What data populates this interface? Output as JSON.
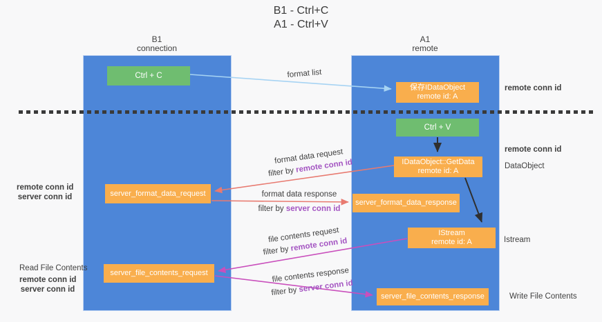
{
  "title": {
    "line1": "B1 - Ctrl+C",
    "line2": "A1 - Ctrl+V"
  },
  "lifelines": {
    "b1": {
      "name": "B1",
      "role": "connection"
    },
    "a1": {
      "name": "A1",
      "role": "remote"
    }
  },
  "nodes": {
    "ctrl_c": {
      "label": "Ctrl + C"
    },
    "stored_idataobject": {
      "line1": "保存IDataObject",
      "line2": "remote id: A"
    },
    "ctrl_v": {
      "label": "Ctrl + V"
    },
    "idataobject_getdata": {
      "line1": "IDataObject::GetData",
      "line2": "remote id: A"
    },
    "server_format_data_request": {
      "label": "server_format_data_request"
    },
    "server_format_data_response": {
      "label": "server_format_data_response"
    },
    "istream": {
      "line1": "IStream",
      "line2": "remote id: A"
    },
    "server_file_contents_request": {
      "label": "server_file_contents_request"
    },
    "server_file_contents_response": {
      "label": "server_file_contents_response"
    }
  },
  "flows": {
    "format_list": {
      "title": "format list"
    },
    "format_data_request": {
      "title": "format data request",
      "filter_prefix": "filter by ",
      "filter_key": "remote conn id"
    },
    "format_data_response": {
      "title": "format data response",
      "filter_prefix": "filter by ",
      "filter_key": "server conn id"
    },
    "file_contents_request": {
      "title": "file contents request",
      "filter_prefix": "filter by ",
      "filter_key": "remote conn id"
    },
    "file_contents_response": {
      "title": "file contents response",
      "filter_prefix": "filter by ",
      "filter_key": "server conn id"
    }
  },
  "annotations": {
    "right_remote_conn_id_top": "remote conn id",
    "right_remote_conn_id_mid": "remote conn id",
    "dataobject": "DataObject",
    "istream": "Istream",
    "write_file_contents": "Write File Contents",
    "read_file_contents": "Read File Contents",
    "left_remote_conn_id_mid": "remote conn id",
    "left_server_conn_id_mid": "server conn id",
    "left_remote_conn_id_bottom": "remote conn id",
    "left_server_conn_id_bottom": "server conn id"
  },
  "colors": {
    "lifeline_blue": "#4d86d8",
    "node_orange": "#f9ae4d",
    "node_green": "#6fbd70",
    "arrow_light_blue": "#a6d3f3",
    "arrow_red": "#e87a70",
    "arrow_magenta": "#c94fbc",
    "arrow_black": "#2f2f2f",
    "text_purple": "#a455c2",
    "text_green": "#53b153",
    "background": "#f8f8f9"
  }
}
